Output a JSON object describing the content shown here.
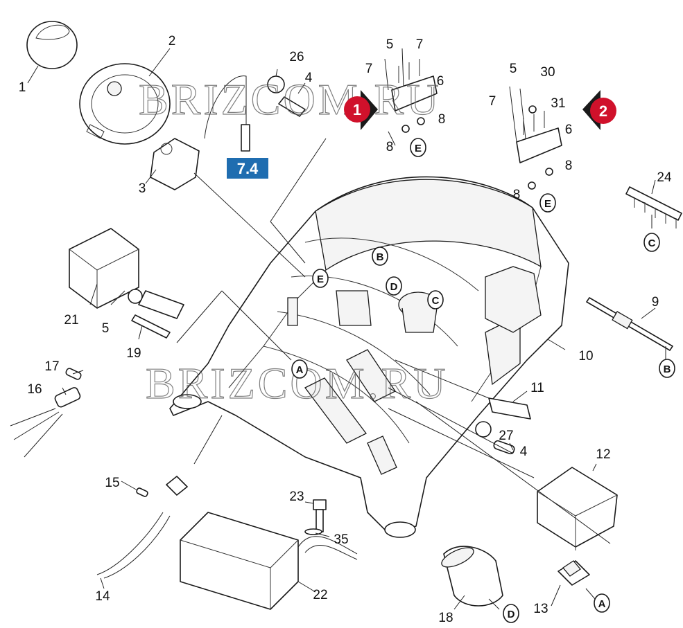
{
  "watermark": "BRIZCOM.RU",
  "ref_tag": "7.4",
  "markers": [
    "1",
    "2"
  ],
  "part_numbers": [
    "1",
    "2",
    "3",
    "4",
    "5",
    "6",
    "7",
    "8",
    "9",
    "10",
    "11",
    "12",
    "13",
    "14",
    "15",
    "16",
    "17",
    "18",
    "19",
    "21",
    "22",
    "23",
    "24",
    "26",
    "27",
    "30",
    "31",
    "35"
  ],
  "connector_letters": [
    "A",
    "B",
    "C",
    "D",
    "E"
  ],
  "colors": {
    "marker": "#d0112b",
    "ref_tag": "#1f6db0"
  }
}
